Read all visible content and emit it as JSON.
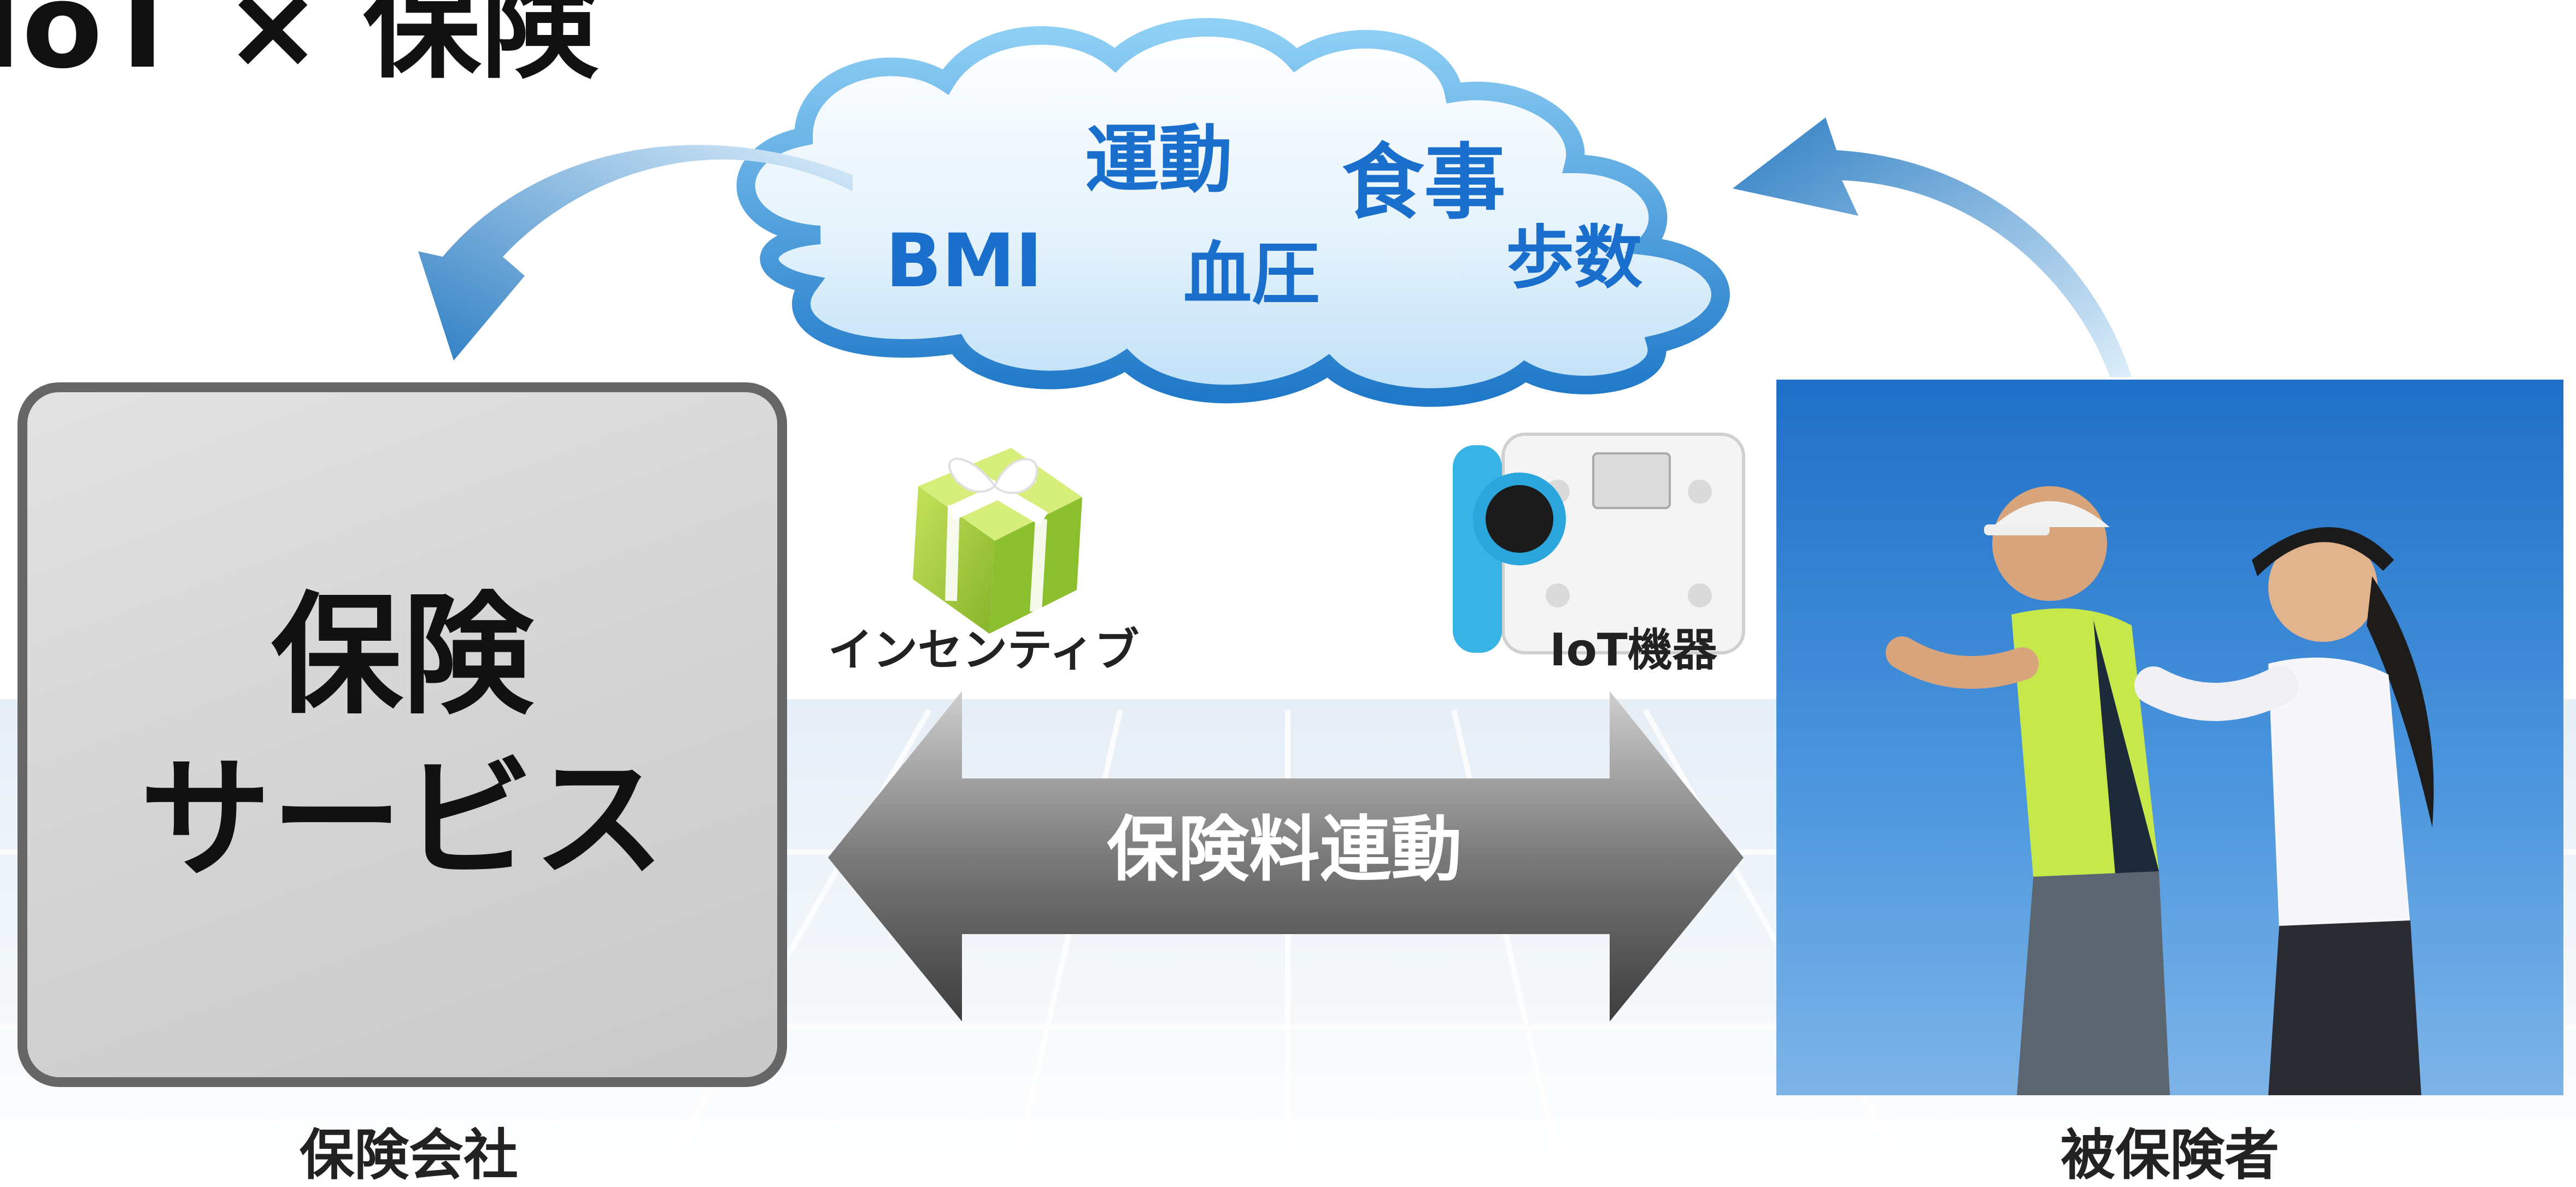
{
  "title": "IoT × 保険",
  "cloud": {
    "words": [
      "運動",
      "食事",
      "BMI",
      "血圧",
      "歩数"
    ]
  },
  "insurer": {
    "box_line1": "保険",
    "box_line2": "サービス",
    "caption": "保険会社"
  },
  "incentive": {
    "label": "インセンティブ",
    "icon": "gift-box-icon"
  },
  "iot_device": {
    "label": "IoT機器",
    "icon": "smartwatch-scale-icon"
  },
  "middle_arrow": {
    "label": "保険料連動"
  },
  "insured": {
    "caption": "被保険者",
    "image": "runners-photo"
  },
  "colors": {
    "cloud_text": "#1a6fcc",
    "arrow_blue": "#3d88c9",
    "box_border": "#666666",
    "gift_green": "#a7cf3a",
    "watch_blue": "#37b3e6"
  }
}
